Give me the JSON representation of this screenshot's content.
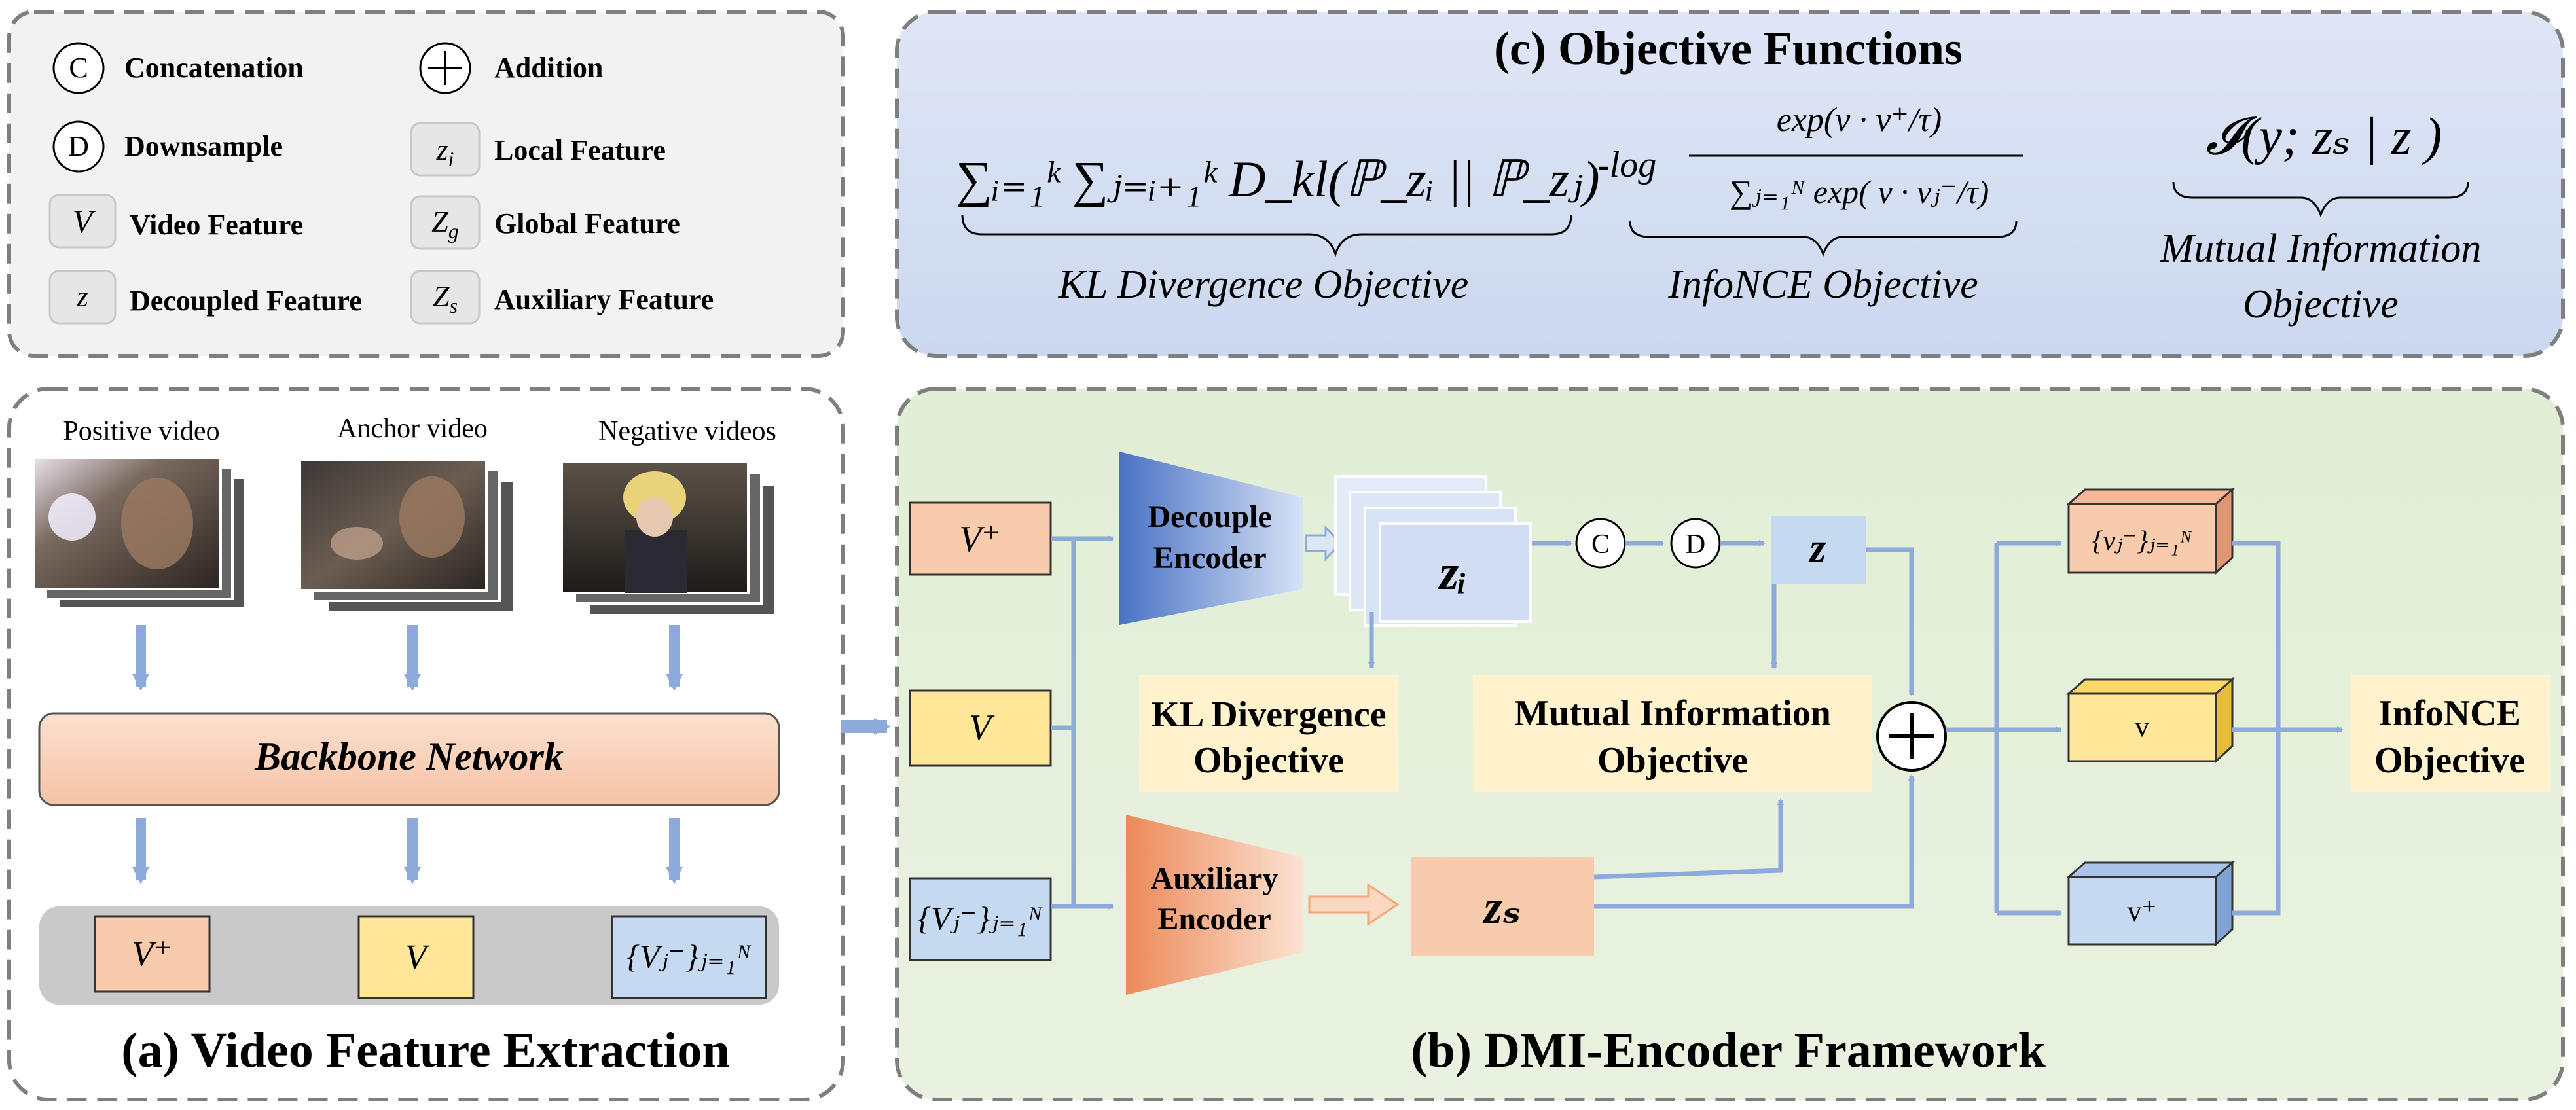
{
  "legend": {
    "items": [
      {
        "symbol": "C",
        "label": "Concatenation"
      },
      {
        "symbol": "D",
        "label": "Downsample"
      },
      {
        "symbol": "V",
        "label": "Video Feature"
      },
      {
        "symbol": "z",
        "label": "Decoupled Feature"
      },
      {
        "symbol": "+",
        "label": "Addition"
      },
      {
        "symbol": "zi",
        "label": "Local Feature"
      },
      {
        "symbol": "zg",
        "label": "Global Feature"
      },
      {
        "symbol": "zs",
        "label": "Auxiliary Feature"
      }
    ]
  },
  "objectives_panel": {
    "title": "(c) Objective Functions",
    "kl_formula": "∑ᵢ₌₁ᵏ ∑ⱼ₌ᵢ₊₁ᵏ D_kl(ℙ_zᵢ || ℙ_zⱼ)",
    "kl_label": "KL Divergence Objective",
    "infonce_numerator": "exp(v · v⁺/τ)",
    "infonce_prefix": "-log",
    "infonce_denominator": "∑ⱼ₌₁ᴺ exp( v · vⱼ⁻/τ)",
    "infonce_label": "InfoNCE Objective",
    "mi_formula": "𝓘(y; zₛ | z )",
    "mi_label_line1": "Mutual Information",
    "mi_label_line2": "Objective"
  },
  "extraction_panel": {
    "title": "(a) Video Feature Extraction",
    "positive_label": "Positive video",
    "anchor_label": "Anchor video",
    "negative_label": "Negative videos",
    "backbone": "Backbone Network",
    "out_positive": "V⁺",
    "out_anchor": "V",
    "out_negative": "{Vⱼ⁻}ⱼ₌₁ᴺ"
  },
  "framework_panel": {
    "title": "(b) DMI-Encoder Framework",
    "in_positive": "V⁺",
    "in_anchor": "V",
    "in_negative": "{Vⱼ⁻}ⱼ₌₁ᴺ",
    "decouple_encoder_line1": "Decouple",
    "decouple_encoder_line2": "Encoder",
    "auxiliary_encoder_line1": "Auxiliary",
    "auxiliary_encoder_line2": "Encoder",
    "zi": "zᵢ",
    "concat": "C",
    "downsample": "D",
    "z": "z",
    "zs": "zₛ",
    "kl_line1": "KL Divergence",
    "kl_line2": "Objective",
    "mi_line1": "Mutual Information",
    "mi_line2": "Objective",
    "addition": "+",
    "cube_negative": "{vⱼ⁻}ⱼ₌₁ᴺ",
    "cube_anchor": "v",
    "cube_positive": "v⁺",
    "infonce_line1": "InfoNCE",
    "infonce_line2": "Objective"
  },
  "colors": {
    "panel_border": "#7f7f7f",
    "legend_bg": "#f2f2f2",
    "objectives_bg": "#dce3f4",
    "framework_bg": "#e6f0da",
    "orange_box": "#f8cbad",
    "yellow_box": "#ffe699",
    "blue_box": "#c5d9f1",
    "cream_box": "#fff2cc",
    "arrow_blue": "#8eaadb"
  }
}
